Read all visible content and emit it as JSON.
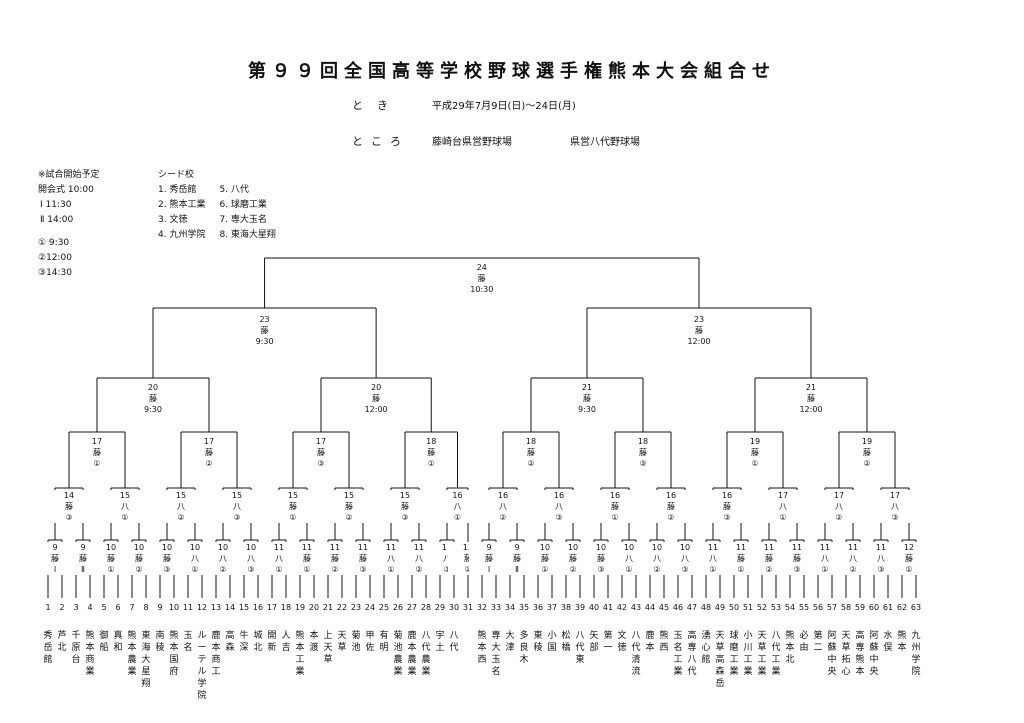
{
  "title": "第９９回全国高等学校野球選手権熊本大会組合せ",
  "when": {
    "label": "とき",
    "value": "平成29年7月9日(日)〜24日(月)"
  },
  "where": {
    "label": "ところ",
    "venues": [
      "藤崎台県営野球場",
      "県営八代野球場"
    ]
  },
  "schedule": {
    "header": "※試合開始予定",
    "lines": [
      "開会式 10:00",
      "Ⅰ 11:30",
      "Ⅱ 14:00",
      "",
      "① 9:30",
      "②12:00",
      "③14:30"
    ]
  },
  "seeds": {
    "header": "シード校",
    "left": [
      "1. 秀岳館",
      "2. 熊本工業",
      "3. 文徳",
      "4. 九州学院"
    ],
    "right": [
      "5. 八代",
      "6. 球磨工業",
      "7. 専大玉名",
      "8. 東海大星翔"
    ]
  },
  "final": {
    "day": "24",
    "venue": "藤",
    "time": "10:30"
  },
  "semis": [
    {
      "day": "23",
      "venue": "藤",
      "time": "9:30"
    },
    {
      "day": "23",
      "venue": "藤",
      "time": "12:00"
    }
  ],
  "quarters": [
    {
      "day": "20",
      "venue": "藤",
      "time": "9:30"
    },
    {
      "day": "20",
      "venue": "藤",
      "time": "12:00"
    },
    {
      "day": "21",
      "venue": "藤",
      "time": "9:30"
    },
    {
      "day": "21",
      "venue": "藤",
      "time": "12:00"
    }
  ],
  "r16": [
    {
      "day": "17",
      "venue": "藤",
      "slot": "①"
    },
    {
      "day": "17",
      "venue": "藤",
      "slot": "②"
    },
    {
      "day": "17",
      "venue": "藤",
      "slot": "③"
    },
    {
      "day": "18",
      "venue": "藤",
      "slot": "①"
    },
    {
      "day": "18",
      "venue": "藤",
      "slot": "②"
    },
    {
      "day": "18",
      "venue": "藤",
      "slot": "③"
    },
    {
      "day": "19",
      "venue": "藤",
      "slot": "①"
    },
    {
      "day": "19",
      "venue": "藤",
      "slot": "②"
    }
  ],
  "r32": [
    {
      "day": "14",
      "venue": "藤",
      "slot": "③"
    },
    {
      "day": "15",
      "venue": "八",
      "slot": "①"
    },
    {
      "day": "15",
      "venue": "八",
      "slot": "②"
    },
    {
      "day": "15",
      "venue": "八",
      "slot": "③"
    },
    {
      "day": "15",
      "venue": "藤",
      "slot": "①"
    },
    {
      "day": "15",
      "venue": "藤",
      "slot": "②"
    },
    {
      "day": "15",
      "venue": "藤",
      "slot": "③"
    },
    {
      "day": "16",
      "venue": "八",
      "slot": "①"
    },
    {
      "day": "16",
      "venue": "八",
      "slot": "②"
    },
    {
      "day": "16",
      "venue": "八",
      "slot": "③"
    },
    {
      "day": "16",
      "venue": "藤",
      "slot": "①"
    },
    {
      "day": "16",
      "venue": "藤",
      "slot": "②"
    },
    {
      "day": "16",
      "venue": "藤",
      "slot": "③"
    },
    {
      "day": "17",
      "venue": "八",
      "slot": "①"
    },
    {
      "day": "17",
      "venue": "八",
      "slot": "②"
    },
    {
      "day": "17",
      "venue": "八",
      "slot": "③"
    }
  ],
  "r64": [
    {
      "day": "9",
      "venue": "藤",
      "slot": "Ⅰ"
    },
    {
      "day": "9",
      "venue": "藤",
      "slot": "Ⅱ"
    },
    {
      "day": "10",
      "venue": "藤",
      "slot": "①"
    },
    {
      "day": "10",
      "venue": "藤",
      "slot": "②"
    },
    {
      "day": "10",
      "venue": "藤",
      "slot": "③"
    },
    {
      "day": "10",
      "venue": "八",
      "slot": "①"
    },
    {
      "day": "10",
      "venue": "八",
      "slot": "②"
    },
    {
      "day": "10",
      "venue": "八",
      "slot": "③"
    },
    {
      "day": "11",
      "venue": "八",
      "slot": "①"
    },
    {
      "day": "11",
      "venue": "藤",
      "slot": "①"
    },
    {
      "day": "11",
      "venue": "藤",
      "slot": "②"
    },
    {
      "day": "11",
      "venue": "藤",
      "slot": "③"
    },
    {
      "day": "11",
      "venue": "八",
      "slot": "①"
    },
    {
      "day": "11",
      "venue": "八",
      "slot": "②"
    },
    {
      "day": "11",
      "venue": "八",
      "slot": "③"
    },
    {
      "day": "12",
      "venue": "藤",
      "slot": "①"
    }
  ],
  "teams": [
    {
      "n": "1",
      "name": "秀岳館"
    },
    {
      "n": "2",
      "name": "芦北"
    },
    {
      "n": "3",
      "name": "千原台"
    },
    {
      "n": "4",
      "name": "熊本商業"
    },
    {
      "n": "5",
      "name": "御船"
    },
    {
      "n": "6",
      "name": "真和"
    },
    {
      "n": "7",
      "name": "熊本農業"
    },
    {
      "n": "8",
      "name": "東海大星翔"
    },
    {
      "n": "9",
      "name": "南稜"
    },
    {
      "n": "10",
      "name": "熊本国府"
    },
    {
      "n": "11",
      "name": "玉名"
    },
    {
      "n": "12",
      "name": "ルーテル学院"
    },
    {
      "n": "13",
      "name": "鹿本商工"
    },
    {
      "n": "14",
      "name": "高森"
    },
    {
      "n": "15",
      "name": "牛深"
    },
    {
      "n": "16",
      "name": "城北"
    },
    {
      "n": "17",
      "name": "開新"
    },
    {
      "n": "18",
      "name": "人吉"
    },
    {
      "n": "19",
      "name": "熊本工業"
    },
    {
      "n": "20",
      "name": "本渡"
    },
    {
      "n": "21",
      "name": "上天草"
    },
    {
      "n": "22",
      "name": "天草"
    },
    {
      "n": "23",
      "name": "菊池"
    },
    {
      "n": "24",
      "name": "甲佐"
    },
    {
      "n": "25",
      "name": "有明"
    },
    {
      "n": "26",
      "name": "菊池農業"
    },
    {
      "n": "27",
      "name": "鹿本農業"
    },
    {
      "n": "28",
      "name": "八代農業"
    },
    {
      "n": "29",
      "name": "宇土"
    },
    {
      "n": "30",
      "name": "八代"
    },
    {
      "n": "31",
      "name": ""
    },
    {
      "n": "32",
      "name": "熊本西"
    },
    {
      "n": "33",
      "name": "専大玉名"
    },
    {
      "n": "34",
      "name": "大津"
    },
    {
      "n": "35",
      "name": "多良木"
    },
    {
      "n": "36",
      "name": "東稜"
    },
    {
      "n": "37",
      "name": "小国"
    },
    {
      "n": "38",
      "name": "松橋"
    },
    {
      "n": "39",
      "name": "八代東"
    },
    {
      "n": "40",
      "name": "矢部"
    },
    {
      "n": "41",
      "name": "第一"
    },
    {
      "n": "42",
      "name": "文徳"
    },
    {
      "n": "43",
      "name": "八代清流"
    },
    {
      "n": "44",
      "name": "鹿本"
    },
    {
      "n": "45",
      "name": "熊西"
    },
    {
      "n": "46",
      "name": "玉名工業"
    },
    {
      "n": "47",
      "name": "高専八代"
    },
    {
      "n": "48",
      "name": "湧心館"
    },
    {
      "n": "49",
      "name": "天草高森岳"
    },
    {
      "n": "50",
      "name": "球磨工業"
    },
    {
      "n": "51",
      "name": "小川工業"
    },
    {
      "n": "52",
      "name": "天草工業"
    },
    {
      "n": "53",
      "name": "八代工業"
    },
    {
      "n": "54",
      "name": "熊本北"
    },
    {
      "n": "55",
      "name": "必由"
    },
    {
      "n": "56",
      "name": "第二"
    },
    {
      "n": "57",
      "name": "阿蘇中央"
    },
    {
      "n": "58",
      "name": "天草拓心"
    },
    {
      "n": "59",
      "name": "高専熊本"
    },
    {
      "n": "60",
      "name": "阿蘇中央"
    },
    {
      "n": "61",
      "name": "水俣"
    },
    {
      "n": "62",
      "name": "熊本"
    },
    {
      "n": "63",
      "name": "九州学院"
    }
  ]
}
